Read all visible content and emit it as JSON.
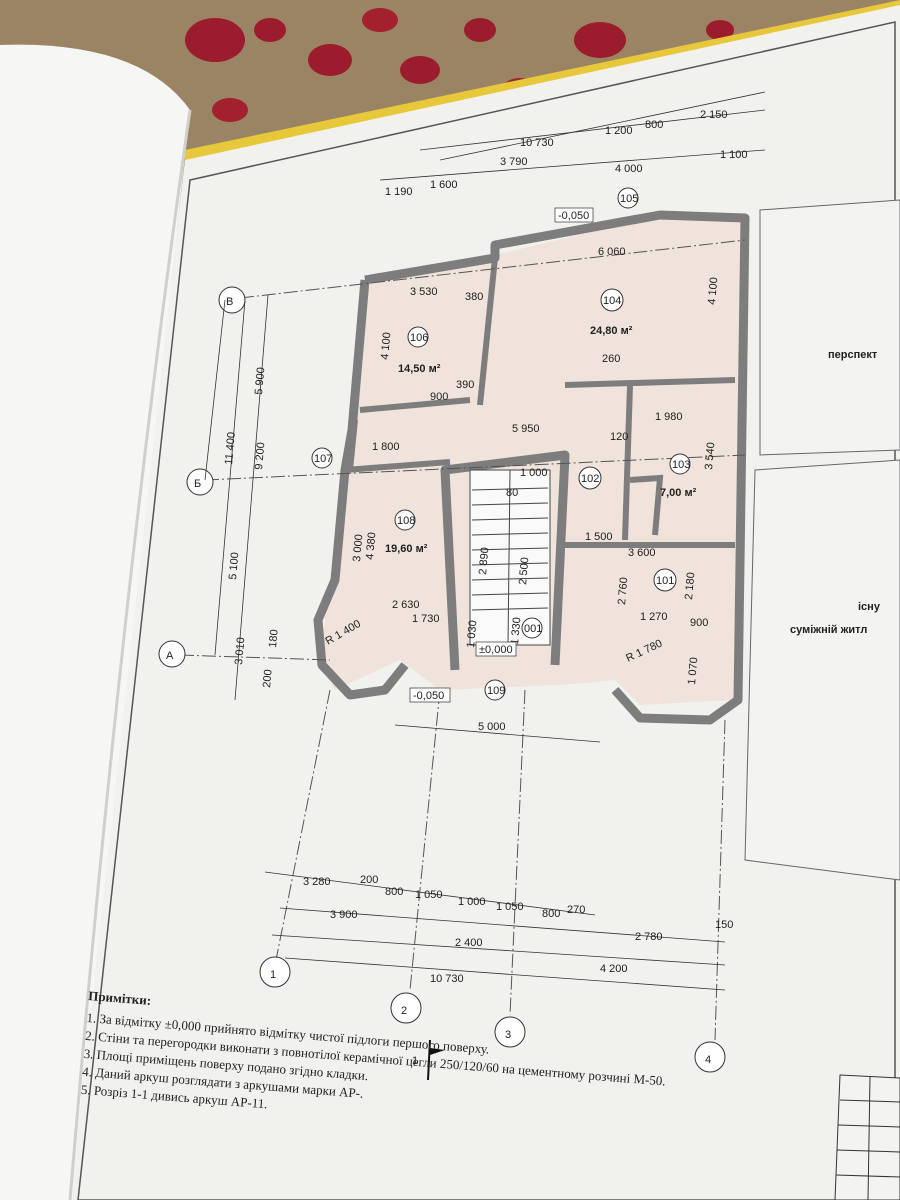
{
  "photo": {
    "subject": "architectural floor plan sheet (photograph)",
    "colors": {
      "background_cloth": "#8a6d4a",
      "paper": "#f2f2f0",
      "wall": "#7d7d7d",
      "floor_fill": "#efe6df",
      "ink": "#222222",
      "accent_red": "#9b1c2c"
    }
  },
  "plan": {
    "overall_dims": {
      "top_total": "10 730",
      "top_a": "1 200",
      "top_b": "800",
      "top_c": "2 150",
      "top_d": "3 790",
      "top_e": "4 000",
      "top_f": "1 100",
      "top_g": "1 190",
      "top_h": "1 600"
    },
    "left_dims": [
      "11 400",
      "9 200",
      "5 900",
      "5 100",
      "3 010",
      "200",
      "180"
    ],
    "axes_letters": [
      "В",
      "Б",
      "А"
    ],
    "axes_numbers": [
      "1",
      "2",
      "3",
      "4"
    ],
    "rooms": [
      {
        "id": "106",
        "area": "14,50 м²"
      },
      {
        "id": "104",
        "area": "24,80 м²"
      },
      {
        "id": "107",
        "area": ""
      },
      {
        "id": "108",
        "area": "19,60 м²"
      },
      {
        "id": "102",
        "area": ""
      },
      {
        "id": "103",
        "area": "7,00 м²"
      },
      {
        "id": "101",
        "area": ""
      },
      {
        "id": "001",
        "area": ""
      },
      {
        "id": "109",
        "area": ""
      },
      {
        "id": "105",
        "area": ""
      }
    ],
    "inner_dims": [
      "3 530",
      "6 060",
      "4 100",
      "4 100",
      "5 950",
      "1 980",
      "3 540",
      "1 500",
      "3 600",
      "2 760",
      "2 180",
      "1 270",
      "900",
      "1 070",
      "4 380",
      "3 000",
      "2 630",
      "1 730",
      "1 030",
      "1 330",
      "2 500",
      "2 890",
      "1 000",
      "80",
      "900",
      "390",
      "1 800",
      "260",
      "120",
      "380",
      "R 1 400",
      "R 1 780"
    ],
    "levels": [
      "-0,050",
      "±0,000",
      "-0,050"
    ],
    "bottom_dims": {
      "row1": [
        "3 280",
        "200",
        "800",
        "1 050",
        "1 000",
        "1 050",
        "800",
        "270"
      ],
      "row2": [
        "3 900",
        "2 400",
        "2 780",
        "150"
      ],
      "row3": [
        "4 200"
      ],
      "total": "10 730",
      "entry": "5 000"
    },
    "section_mark": "1"
  },
  "adjacent": {
    "label_1": "перспект",
    "label_2": "існу",
    "label_3": "суміжній житл"
  },
  "notes": {
    "title": "Примітки:",
    "items": [
      "1. За відмітку ±0,000 прийнято відмітку чистої підлоги першого поверху.",
      "2. Стіни та перегородки виконати з повнотілої керамічної цегли 250/120/60 на цементному розчині М-50.",
      "3. Площі приміщень поверху подано згідно кладки.",
      "4. Даний аркуш розглядати з аркушами марки АР-.",
      "5. Розріз 1-1 дивись аркуш АР-11."
    ]
  }
}
